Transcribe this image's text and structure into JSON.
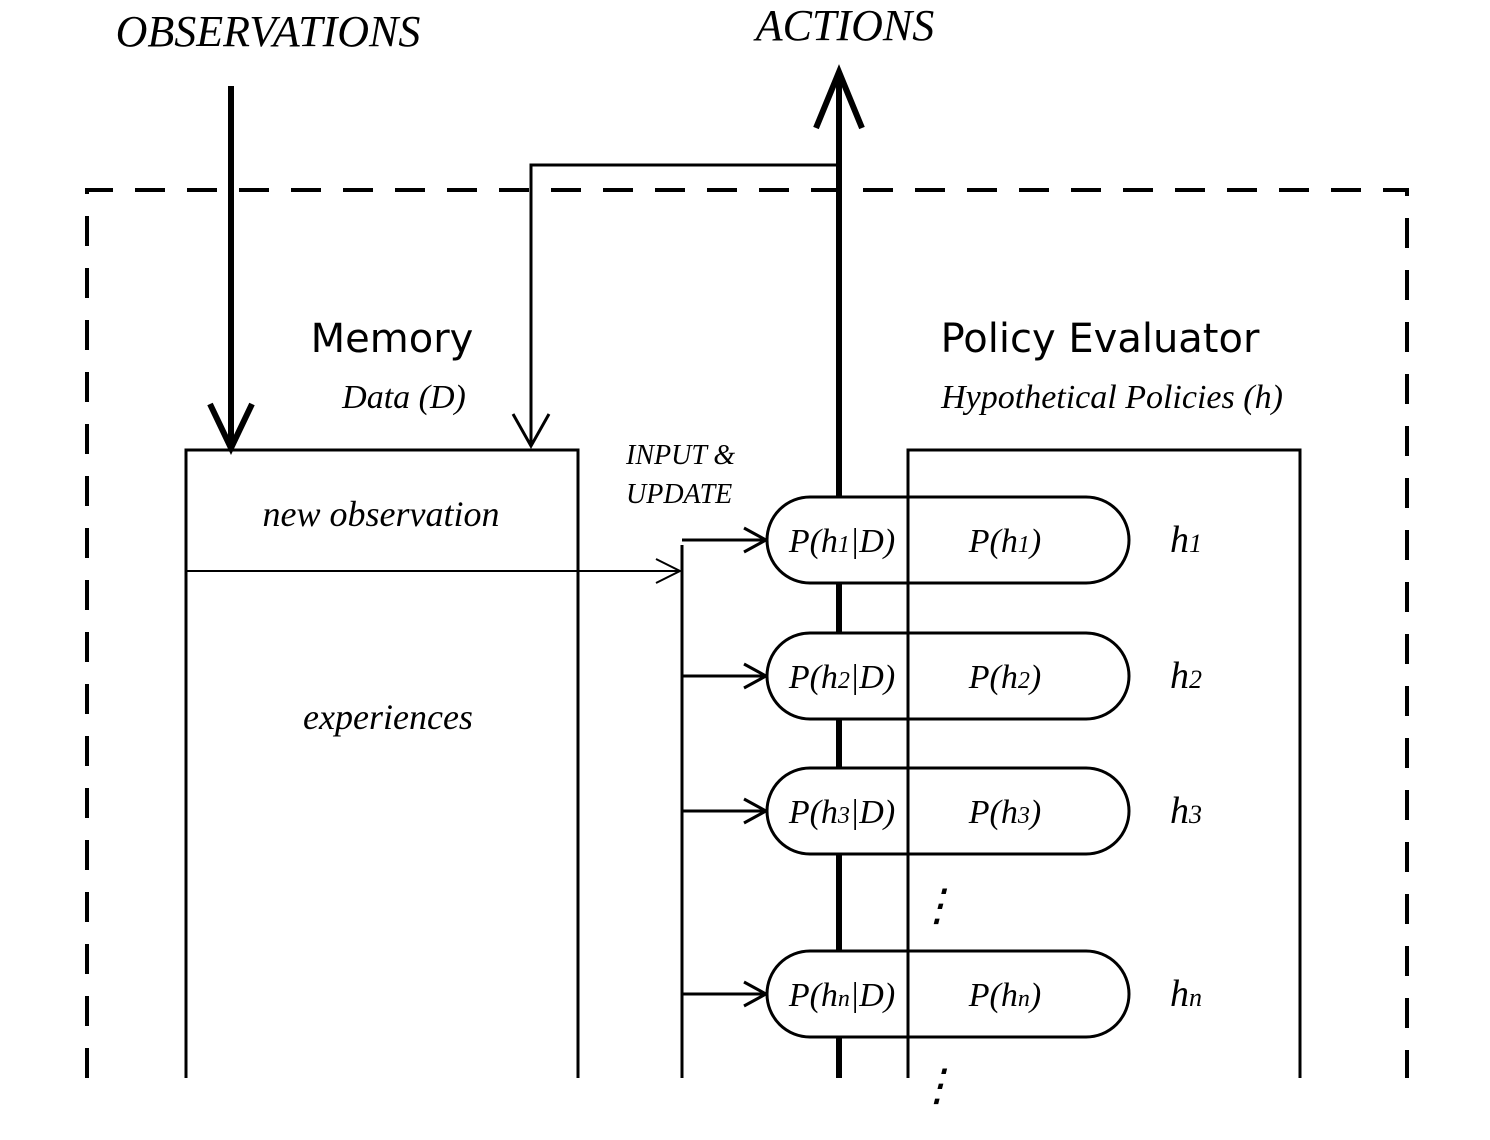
{
  "labels": {
    "observations": "OBSERVATIONS",
    "actions": "ACTIONS",
    "memory_title": "Memory",
    "memory_subtitle": "Data (D)",
    "policy_title": "Policy Evaluator",
    "policy_subtitle": "Hypothetical Policies (h)",
    "input_update_line1": "INPUT &",
    "input_update_line2": "UPDATE",
    "new_observation": "new observation",
    "experiences": "experiences"
  },
  "hypotheses": [
    {
      "posterior": "P(h₁|D)",
      "prior": "P(h₁)",
      "name": "h₁",
      "p": "P(h",
      "sub": "1",
      "pd_close": "|D)",
      "pr_close": ")",
      "h": "h"
    },
    {
      "posterior": "P(h₂|D)",
      "prior": "P(h₂)",
      "name": "h₂",
      "p": "P(h",
      "sub": "2",
      "pd_close": "|D)",
      "pr_close": ")",
      "h": "h"
    },
    {
      "posterior": "P(h₃|D)",
      "prior": "P(h₃)",
      "name": "h₃",
      "p": "P(h",
      "sub": "3",
      "pd_close": "|D)",
      "pr_close": ")",
      "h": "h"
    },
    {
      "posterior": "P(hₙ|D)",
      "prior": "P(hₙ)",
      "name": "hₙ",
      "p": "P(h",
      "sub": "n",
      "pd_close": "|D)",
      "pr_close": ")",
      "h": "h"
    }
  ],
  "ellipsis": "⋮"
}
